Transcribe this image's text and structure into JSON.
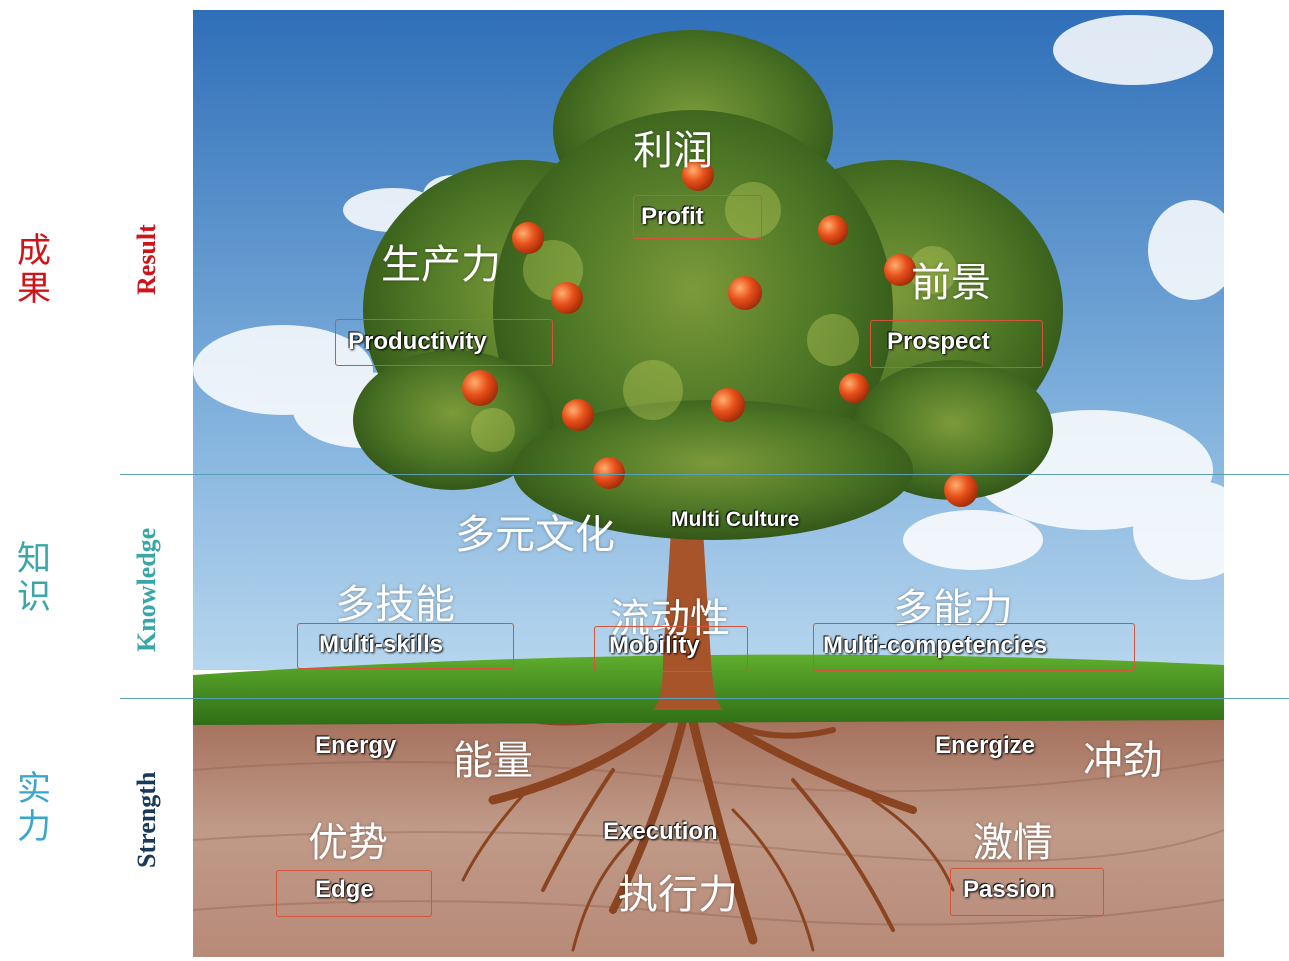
{
  "rail": {
    "result": {
      "cn": "成果",
      "en": "Result",
      "color": "#d0131a"
    },
    "knowledge": {
      "cn": "知识",
      "en": "Knowledge",
      "color": "#3aa6a8"
    },
    "strength": {
      "cn": "实力",
      "en": "Strength",
      "cn_color": "#3aa6cc",
      "en_color": "#1a3a5c"
    }
  },
  "result": {
    "profit": {
      "cn": "利润",
      "en": "Profit"
    },
    "productivity": {
      "cn": "生产力",
      "en": "Productivity"
    },
    "prospect": {
      "cn": "前景",
      "en": "Prospect"
    }
  },
  "knowledge": {
    "multi_culture": {
      "cn": "多元文化",
      "en": "Multi Culture"
    },
    "multi_skills": {
      "cn": "多技能",
      "en": "Multi-skills"
    },
    "mobility": {
      "cn": "流动性",
      "en": "Mobility"
    },
    "multi_competencies": {
      "cn": "多能力",
      "en": "Multi-competencies"
    }
  },
  "strength": {
    "energy": {
      "en": "Energy",
      "cn": "能量"
    },
    "energize": {
      "en": "Energize",
      "cn": "冲劲"
    },
    "edge": {
      "cn": "优势",
      "en": "Edge"
    },
    "execution": {
      "en": "Execution",
      "cn": "执行力"
    },
    "passion": {
      "cn": "激情",
      "en": "Passion"
    }
  },
  "colors": {
    "sky_top": "#2f6fb8",
    "sky_bottom": "#9cc6e6",
    "grass": "#4e9a25",
    "soil": "#b58a78",
    "trunk": "#a8542a",
    "fruit": "#e8501a",
    "leaf": "#3f6e1c",
    "box": "#d4553a",
    "divider": "#5a9fb2"
  }
}
